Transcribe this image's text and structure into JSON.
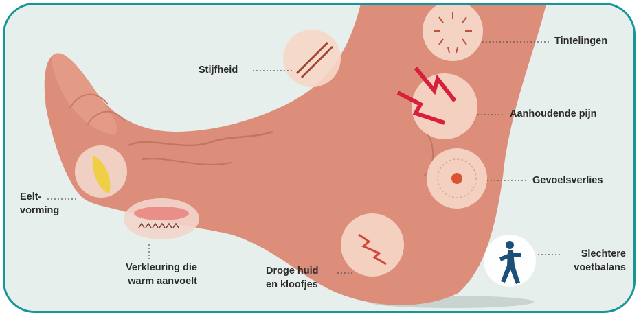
{
  "labels": {
    "tintelingen": "Tintelingen",
    "stijfheid": "Stijfheid",
    "aanhoudende_pijn": "Aanhoudende pijn",
    "gevoelsverlies": "Gevoelsverlies",
    "eelt_line1": "Eelt-",
    "eelt_line2": "vorming",
    "verkleuring_line1": "Verkleuring die",
    "verkleuring_line2": "warm aanvoelt",
    "droge_line1": "Droge huid",
    "droge_line2": "en kloofjes",
    "slechtere_line1": "Slechtere",
    "slechtere_line2": "voetbalans"
  },
  "colors": {
    "frame": "#17969a",
    "background": "#e6efeb",
    "skin": "#dc8e7a",
    "skin_light": "#e9a994",
    "circle": "#f6d7c8",
    "pain": "#d8203a",
    "callus": "#f0cf45",
    "figure": "#1d4f78",
    "text": "#2b2b2b"
  }
}
